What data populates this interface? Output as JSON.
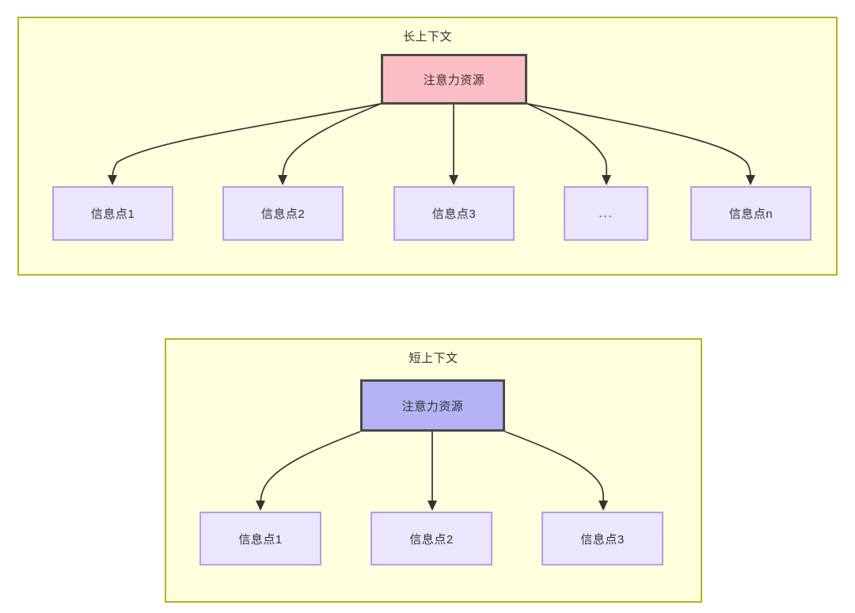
{
  "diagram": {
    "title_hidden": "",
    "colors": {
      "container_fill": "#ffffdd",
      "container_border": "#b4b424",
      "attention_long_fill": "#fcbec5",
      "attention_short_fill": "#b3b3f5",
      "info_fill": "#e9e6fd",
      "info_border": "#b49ee8",
      "node_border_dark": "#4a4a4a",
      "edge_stroke": "#333333",
      "text": "#333333"
    },
    "sections": [
      {
        "id": "long-context",
        "title": "长上下文",
        "root": {
          "label": "注意力资源"
        },
        "children": [
          {
            "label": "信息点1"
          },
          {
            "label": "信息点2"
          },
          {
            "label": "信息点3"
          },
          {
            "label": "..."
          },
          {
            "label": "信息点n"
          }
        ]
      },
      {
        "id": "short-context",
        "title": "短上下文",
        "root": {
          "label": "注意力资源"
        },
        "children": [
          {
            "label": "信息点1"
          },
          {
            "label": "信息点2"
          },
          {
            "label": "信息点3"
          }
        ]
      }
    ]
  }
}
